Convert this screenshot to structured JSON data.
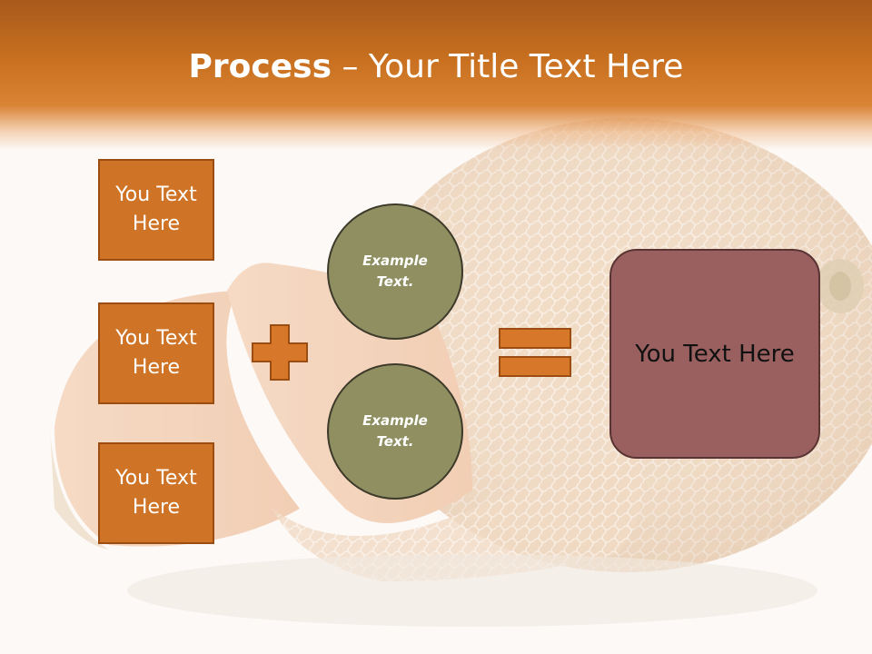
{
  "slide": {
    "title_bold": "Process",
    "title_rest": " – Your Title Text Here"
  },
  "boxes": [
    {
      "label": "You Text Here"
    },
    {
      "label": "You Text Here"
    },
    {
      "label": "You Text Here"
    }
  ],
  "circles": [
    {
      "label": "Example Text."
    },
    {
      "label": "Example Text."
    }
  ],
  "result": {
    "label": "You Text Here"
  },
  "colors": {
    "title_band": "#c8701f",
    "box_fill": "#cf7426",
    "circle_fill": "#8f8f62",
    "result_fill": "#9a6060"
  },
  "icons": [
    "plus-icon",
    "equals-icon"
  ]
}
